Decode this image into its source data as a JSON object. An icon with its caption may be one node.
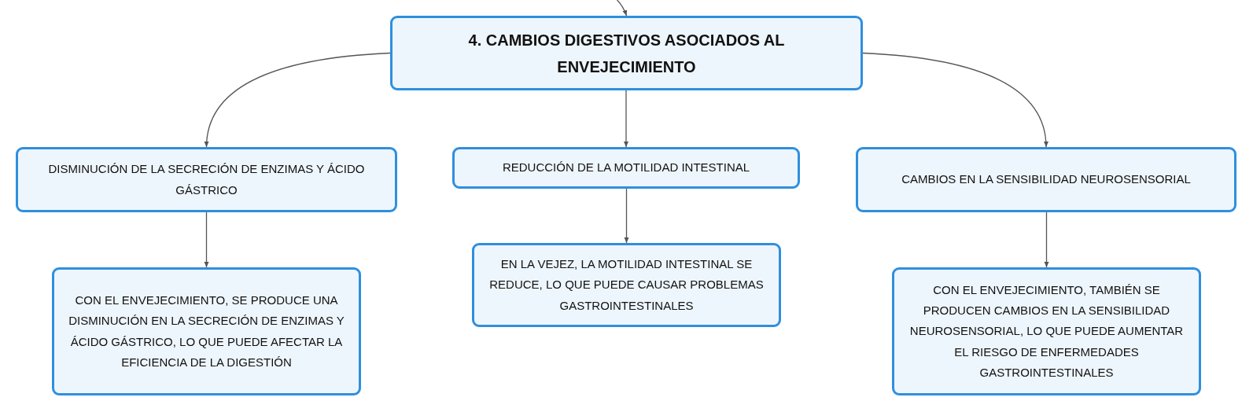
{
  "diagram": {
    "nodes": [
      {
        "text": [
          "4. CAMBIOS DIGESTIVOS ASOCIADOS AL ENVEJECIMIENTO"
        ]
      },
      {
        "text": [
          "DISMINUCIÓN DE LA SECRECIÓN DE ENZIMAS Y ÁCIDO GÁSTRICO"
        ]
      },
      {
        "text": [
          "REDUCCIÓN DE LA MOTILIDAD INTESTINAL"
        ]
      },
      {
        "text": [
          "CAMBIOS EN LA SENSIBILIDAD NEUROSENSORIAL"
        ]
      },
      {
        "text": [
          "CON EL ENVEJECIMIENTO, SE PRODUCE UNA DISMINUCIÓN EN LA SECRECIÓN DE ENZIMAS Y ÁCIDO GÁSTRICO, LO QUE PUEDE AFECTAR LA EFICIENCIA DE LA DIGESTIÓN"
        ]
      },
      {
        "text": [
          "EN LA VEJEZ, LA MOTILIDAD INTESTINAL SE REDUCE, LO QUE PUEDE CAUSAR PROBLEMAS GASTROINTESTINALES"
        ]
      },
      {
        "text": [
          "CON EL ENVEJECIMIENTO, TAMBIÉN SE PRODUCEN CAMBIOS EN LA SENSIBILIDAD NEUROSENSORIAL, LO QUE PUEDE AUMENTAR EL RIESGO DE ENFERMEDADES GASTROINTESTINALES"
        ]
      }
    ],
    "edges": [
      {
        "from": null,
        "to": 0,
        "arrow": "to"
      },
      {
        "from": 0,
        "to": 1,
        "arrow": "to"
      },
      {
        "from": 0,
        "to": 2,
        "arrow": "to"
      },
      {
        "from": 0,
        "to": 3,
        "arrow": "to"
      },
      {
        "from": 1,
        "to": 4,
        "arrow": "to"
      },
      {
        "from": 2,
        "to": 5,
        "arrow": "to"
      },
      {
        "from": 3,
        "to": 6,
        "arrow": "to"
      }
    ]
  }
}
